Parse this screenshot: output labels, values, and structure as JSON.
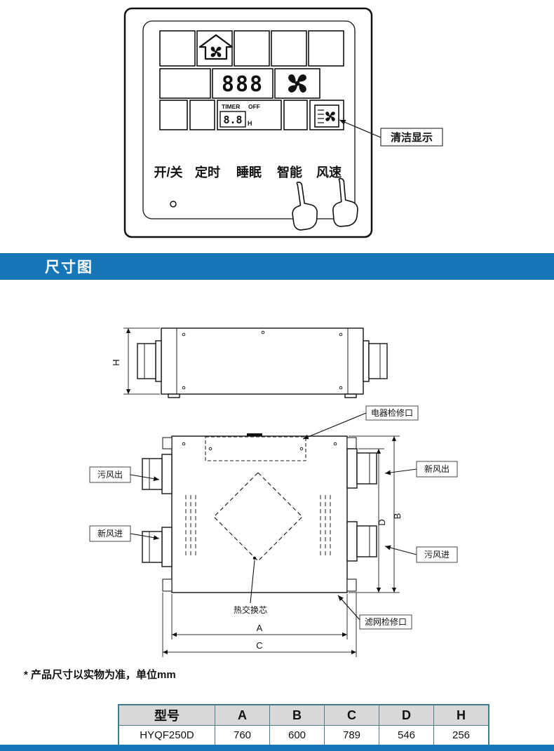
{
  "banner": {
    "title": "尺寸图",
    "color": "#1677b8"
  },
  "panel": {
    "display": {
      "fan_speed_digits": "888",
      "timer_label": "TIMER",
      "timer_state": "OFF",
      "timer_digits": "8.8",
      "hour_unit": "H"
    },
    "buttons": [
      "开/关",
      "定时",
      "睡眠",
      "智能",
      "风速"
    ],
    "callout_clean": "清洁显示",
    "icons": [
      "house-ventilation-icon",
      "fan-icon",
      "clean-filter-icon",
      "hand-pointer-icon",
      "indicator-led"
    ]
  },
  "figure": {
    "labels": {
      "electrical_access": "电器检修口",
      "dirty_air_out": "污风出",
      "fresh_air_out": "新风出",
      "fresh_air_in": "新风进",
      "dirty_air_in": "污风进",
      "heat_exchange_core": "热交换芯",
      "filter_access": "滤网检修口"
    },
    "dims": {
      "a": "A",
      "b": "B",
      "c": "C",
      "d": "D",
      "h": "H"
    }
  },
  "note": {
    "text": "*  产品尺寸以实物为准，单位mm"
  },
  "spec_table": {
    "headers": [
      "型号",
      "A",
      "B",
      "C",
      "D",
      "H"
    ],
    "rows": [
      [
        "HYQF250D",
        "760",
        "600",
        "789",
        "546",
        "256"
      ]
    ]
  }
}
